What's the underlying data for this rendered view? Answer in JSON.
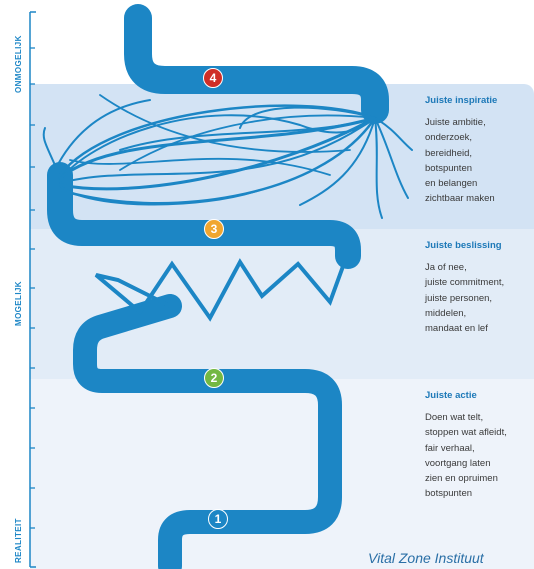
{
  "axis": {
    "top_label": "ONMOGELIJK",
    "mid_label": "MOGELIJK",
    "bottom_label": "REALITEIT"
  },
  "steps": {
    "one": "1",
    "two": "2",
    "three": "3",
    "four": "4"
  },
  "colors": {
    "path": "#1c86c5",
    "step_one": "#1c86c5",
    "step_two": "#74b843",
    "step_three": "#f0a630",
    "step_four": "#cf2e27"
  },
  "panels": {
    "inspiration": {
      "title": "Juiste inspiratie",
      "body": "Juiste ambitie,\nonderzoek,\nbereidheid,\nbotspunten\nen belangen\nzichtbaar maken"
    },
    "decision": {
      "title": "Juiste beslissing",
      "body": "Ja of nee,\njuiste commitment,\njuiste personen,\nmiddelen,\nmandaat en lef"
    },
    "action": {
      "title": "Juiste actie",
      "body": "Doen wat telt,\nstoppen wat afleidt,\nfair verhaal,\nvoortgang laten\nzien en opruimen\nbotspunten"
    }
  },
  "footer": "Vital Zone Instituut"
}
